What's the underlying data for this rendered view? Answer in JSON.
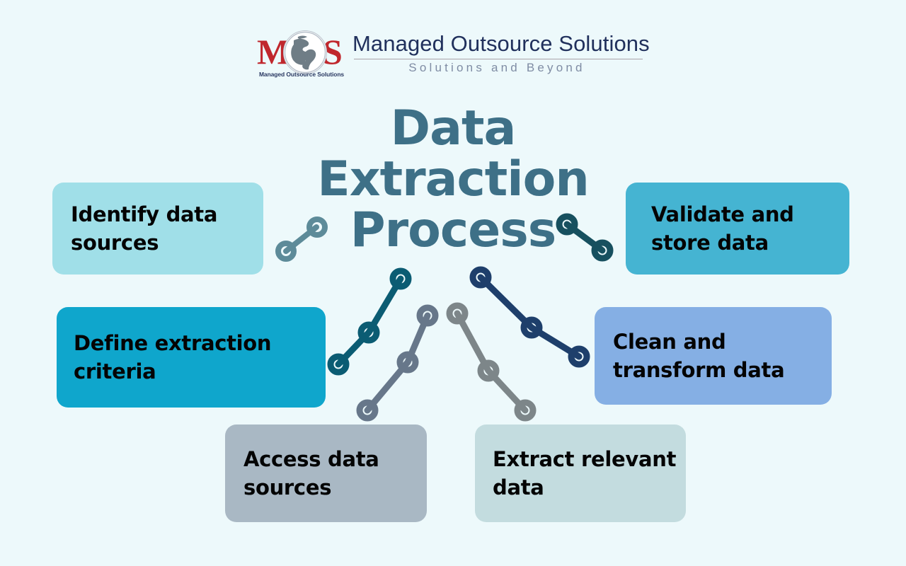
{
  "page": {
    "background_color": "#edf9fb",
    "title_color": "#3e7087",
    "card_text_color": "#040404"
  },
  "logo": {
    "mark_letters": {
      "left": "M",
      "right": "S"
    },
    "mark_icon": "globe-icon",
    "mark_color": "#c0272d",
    "mark_caption": "Managed Outsource Solutions",
    "company_name": "Managed Outsource Solutions",
    "tagline": "Solutions and Beyond",
    "name_color": "#20305c",
    "tagline_color": "#7f8ca4"
  },
  "title": {
    "line1": "Data",
    "line2": "Extraction",
    "line3": "Process",
    "full": "Data Extraction Process"
  },
  "steps": [
    {
      "id": "identify",
      "label": "Identify data sources",
      "color": "#a0dfe8",
      "connector_color": "#5d8b99",
      "nodes": 2,
      "side": "left"
    },
    {
      "id": "define",
      "label": "Define extraction criteria",
      "color": "#0fa6cc",
      "connector_color": "#0b5c73",
      "nodes": 3,
      "side": "left"
    },
    {
      "id": "access",
      "label": "Access data sources",
      "color": "#a9b8c4",
      "connector_color": "#67778a",
      "nodes": 3,
      "side": "left"
    },
    {
      "id": "extract",
      "label": "Extract relevant data",
      "color": "#c3dcdf",
      "connector_color": "#7d8689",
      "nodes": 3,
      "side": "right"
    },
    {
      "id": "clean",
      "label": "Clean and transform data",
      "color": "#85afe4",
      "connector_color": "#1e3f6b",
      "nodes": 3,
      "side": "right"
    },
    {
      "id": "validate",
      "label": "Validate and store data",
      "color": "#45b4d2",
      "connector_color": "#17505f",
      "nodes": 2,
      "side": "right"
    }
  ]
}
